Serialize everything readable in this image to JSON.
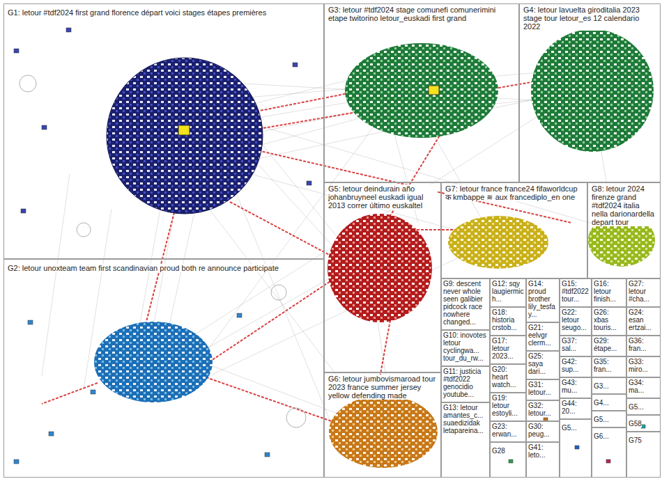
{
  "diagram": {
    "nodes": [
      {
        "text": [
          "G1: letour #tdf2024 first grand florence départ voici stages étapes premières"
        ]
      },
      {
        "text": [
          "G3: letour #tdf2024 stage comunefi comunerimini etape twitorino letour_euskadi first grand"
        ]
      },
      {
        "text": [
          "G4: letour lavuelta giroditalia 2023 stage tour letour_es 12 calendario 2022"
        ]
      },
      {
        "text": [
          "G5: letour deindurain año johanbruyneel euskadi igual 2013 correr último euskaltel"
        ]
      },
      {
        "text": [
          "G7: letour france france24 fifaworldcup क kmbappe ≋ aux francediplo_en one"
        ]
      },
      {
        "text": [
          "G8: letour 2024 firenze grand #tdf2024 italia nella darionardella depart tour"
        ]
      },
      {
        "text": [
          "G2: letour unoxteam team first scandinavian proud both re announce participate"
        ]
      },
      {
        "text": [
          "G6: letour jumbovismaroad tour 2023 france summer jersey yellow defending made"
        ]
      },
      {
        "text": [
          "G9: descent never whole seen galibier pidcock race nowhere changed..."
        ]
      },
      {
        "text": [
          "G10: inovotes letour cyclingwa... tour_du_rw..."
        ]
      },
      {
        "text": [
          "G11: justicia #tdf2022 genocidio youtube..."
        ]
      },
      {
        "text": [
          "G13: letour amantes_c... suaedizidak letapareina..."
        ]
      },
      {
        "text": [
          "G12: sqy laugiermich..."
        ]
      },
      {
        "text": [
          "G18: historia crstob..."
        ]
      },
      {
        "text": [
          "G17: letour 2023..."
        ]
      },
      {
        "text": [
          "G20: heart watch..."
        ]
      },
      {
        "text": [
          "G19: letour estoyli..."
        ]
      },
      {
        "text": [
          "G23: erwan..."
        ]
      },
      {
        "text": [
          "G28"
        ]
      },
      {
        "text": [
          "G14: proud brother lily_tesfay..."
        ]
      },
      {
        "text": [
          "G21: eelvgr clerm..."
        ]
      },
      {
        "text": [
          "G25: saya dari..."
        ]
      },
      {
        "text": [
          "G31: letour..."
        ]
      },
      {
        "text": [
          "G32: letour..."
        ]
      },
      {
        "text": [
          "G30: peug..."
        ]
      },
      {
        "text": [
          "G41: leto..."
        ]
      },
      {
        "text": [
          "G15: #tdf2022 tour..."
        ]
      },
      {
        "text": [
          "G22: letour seugo..."
        ]
      },
      {
        "text": [
          "G37: sal..."
        ]
      },
      {
        "text": [
          "G42: sup..."
        ]
      },
      {
        "text": [
          "G43: mu..."
        ]
      },
      {
        "text": [
          "G44: 20..."
        ]
      },
      {
        "text": [
          "G5..."
        ]
      },
      {
        "text": [
          "G16: letour finish..."
        ]
      },
      {
        "text": [
          "G26: xbas touris..."
        ]
      },
      {
        "text": [
          "G29: étape..."
        ]
      },
      {
        "text": [
          "G35: fran..."
        ]
      },
      {
        "text": [
          "G3..."
        ]
      },
      {
        "text": [
          "G4..."
        ]
      },
      {
        "text": [
          "G5..."
        ]
      },
      {
        "text": [
          "G6..."
        ]
      },
      {
        "text": [
          "G27: letour #cha..."
        ]
      },
      {
        "text": [
          "G24: esan ertzai..."
        ]
      },
      {
        "text": [
          "G36: fran..."
        ]
      },
      {
        "text": [
          "G33: miro..."
        ]
      },
      {
        "text": [
          "G34: ma..."
        ]
      },
      {
        "text": [
          "G5..."
        ]
      },
      {
        "text": [
          "G58"
        ]
      },
      {
        "text": [
          "G75"
        ]
      }
    ]
  }
}
